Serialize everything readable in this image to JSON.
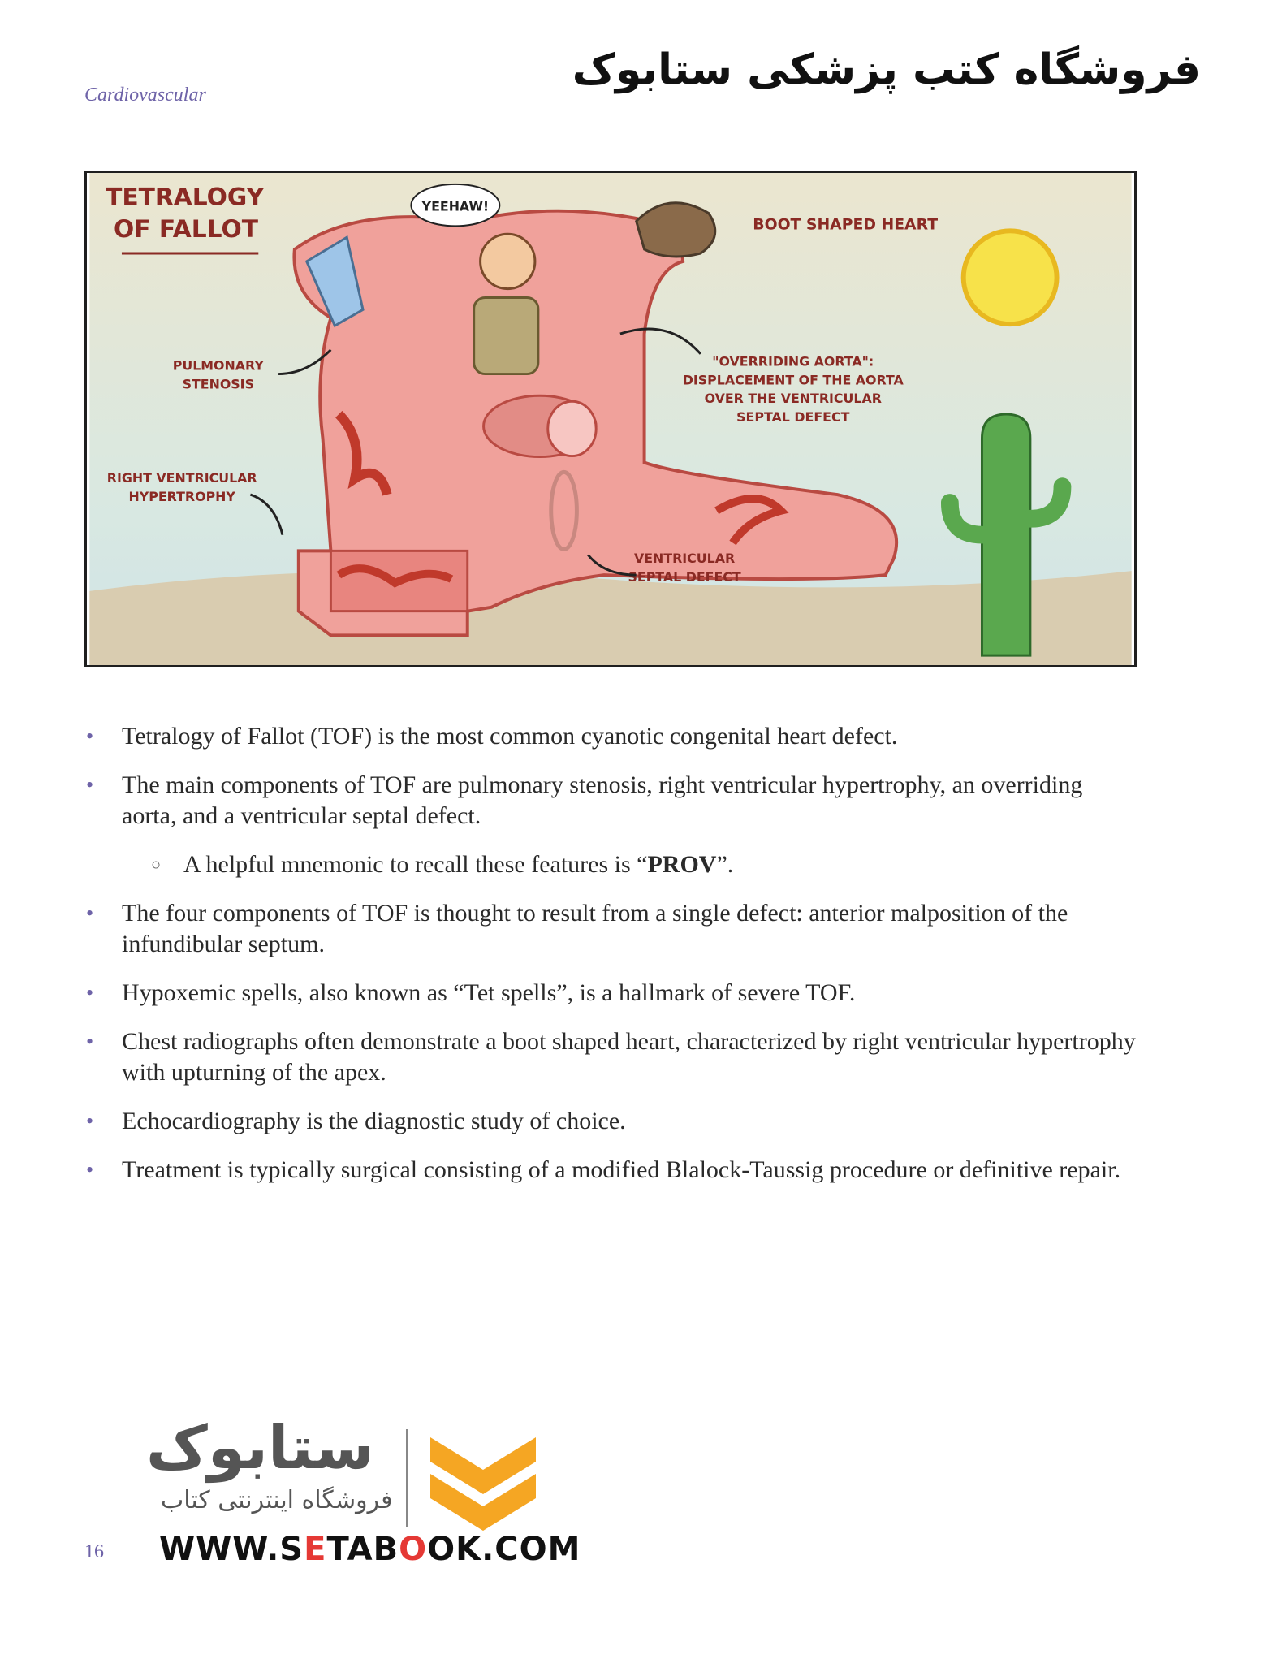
{
  "header": {
    "section": "Cardiovascular",
    "watermark": "فروشگاه کتب پزشکی ستابوک"
  },
  "figure": {
    "title_line1": "TETRALOGY",
    "title_line2": "OF FALLOT",
    "speech": "YEEHAW!",
    "boot_label": "BOOT SHAPED HEART",
    "pulmonary_line1": "PULMONARY",
    "pulmonary_line2": "STENOSIS",
    "rvh_line1": "RIGHT VENTRICULAR",
    "rvh_line2": "HYPERTROPHY",
    "aorta_line1": "\"OVERRIDING AORTA\":",
    "aorta_line2": "DISPLACEMENT OF THE AORTA",
    "aorta_line3": "OVER THE VENTRICULAR",
    "aorta_line4": "SEPTAL DEFECT",
    "vsd_line1": "VENTRICULAR",
    "vsd_line2": "SEPTAL DEFECT"
  },
  "bullets": [
    {
      "text": "Tetralogy of Fallot (TOF) is the most common cyanotic congenital heart defect."
    },
    {
      "text": "The main components of TOF are pulmonary stenosis, right ventricular hypertrophy, an overriding aorta, and a ventricular septal defect."
    },
    {
      "text_before": "A helpful mnemonic to recall these features is “",
      "bold": "PROV",
      "text_after": "”."
    },
    {
      "text": "The four components of TOF is thought to result from a single defect: anterior malposition of the infundibular septum."
    },
    {
      "text": "Hypoxemic spells, also known as “Tet spells”, is a hallmark of severe TOF."
    },
    {
      "text": "Chest radiographs often demonstrate a boot shaped heart, characterized by right ventricular hypertrophy with upturning of the apex."
    },
    {
      "text": "Echocardiography is the diagnostic study of choice."
    },
    {
      "text": "Treatment is typically surgical consisting of a modified Blalock-Taussig procedure or definitive repair."
    }
  ],
  "footer": {
    "logo_mark": "ستابوک",
    "logo_subtitle": "فروشگاه اینترنتی کتاب",
    "url_before": "WWW.S",
    "url_accent": "E",
    "url_mid": "TAB",
    "url_accent2": "O",
    "url_after": "OK.COM",
    "page_number": "16"
  },
  "colors": {
    "accent": "#6e63a8",
    "boot": "#f2a3a0",
    "sky": "#dfe8e0",
    "sand": "#d9c9a8",
    "sun": "#f7e24a",
    "cactus": "#5aa84e",
    "logo_orange": "#f5a623"
  }
}
